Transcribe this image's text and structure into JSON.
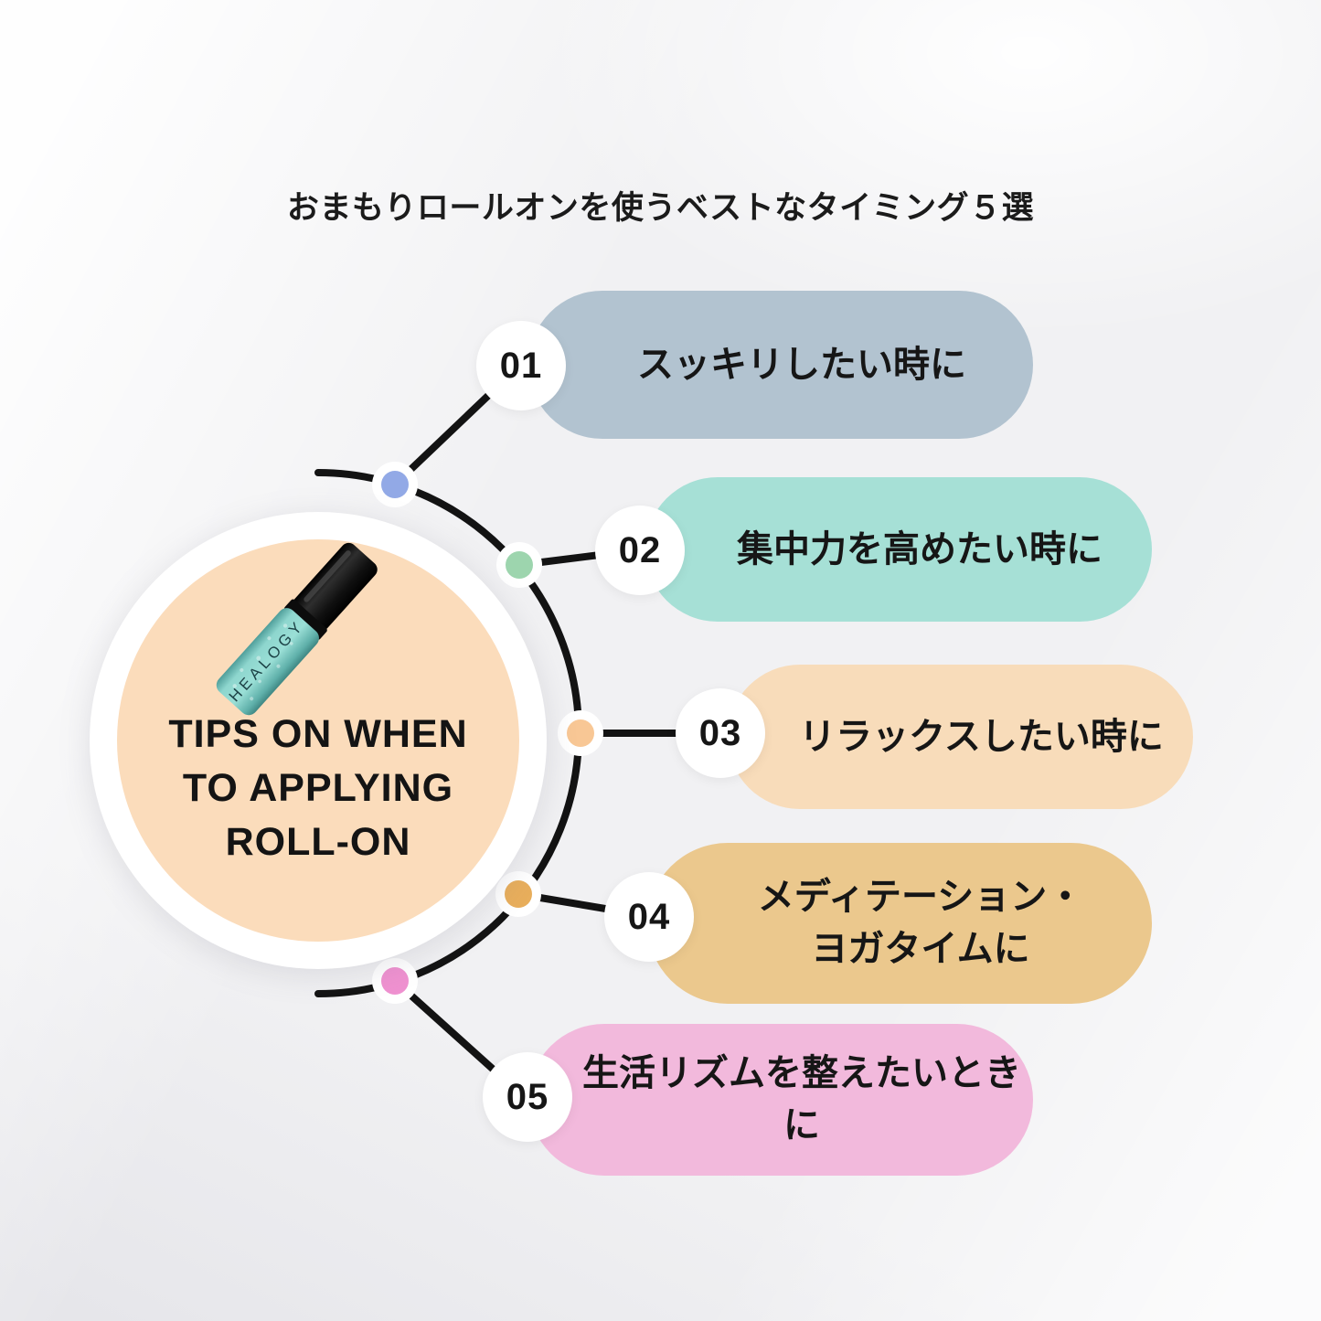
{
  "page": {
    "title": "おまもりロールオンを使うベストなタイミング５選",
    "background_color": "#f1f1f3"
  },
  "center": {
    "title": "TIPS ON WHEN\nTO APPLYING\nROLL-ON",
    "circle_color": "#fbdcbb",
    "ring_color": "#ffffff",
    "bottle": {
      "brand": "HEALOGY",
      "cap_color": "#151515",
      "body_color": "#7fccc4"
    }
  },
  "connector": {
    "line_color": "#131313"
  },
  "items": [
    {
      "number": "01",
      "text": "スッキリしたい時に",
      "pill_color": "#b2c3d0",
      "dot_color": "#92a9e6"
    },
    {
      "number": "02",
      "text": "集中力を高めたい時に",
      "pill_color": "#a6e0d6",
      "dot_color": "#9dd5ae"
    },
    {
      "number": "03",
      "text": "リラックスしたい時に",
      "pill_color": "#f8dcba",
      "dot_color": "#f8c795"
    },
    {
      "number": "04",
      "text": "メディテーション・\nヨガタイムに",
      "pill_color": "#ebc88d",
      "dot_color": "#e8ae5c"
    },
    {
      "number": "05",
      "text": "生活リズムを整えたいときに",
      "pill_color": "#f2b9dc",
      "dot_color": "#ef91d0"
    }
  ]
}
